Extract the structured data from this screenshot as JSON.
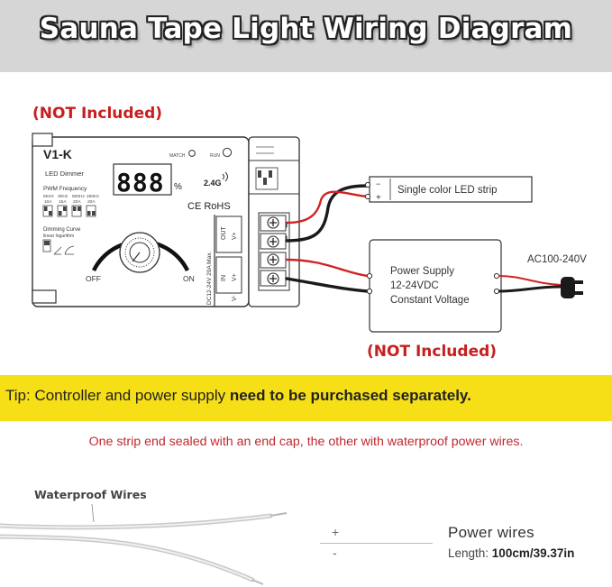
{
  "title": "Sauna Tape Light Wiring Diagram",
  "not_included_label": "(NOT Included)",
  "dimmer": {
    "model": "V1-K",
    "subtitle": "LED Dimmer",
    "display_digits": "888",
    "percent_sign": "%",
    "match_label": "MATCH",
    "run_label": "RUN",
    "wireless_label": "2.4G",
    "cert_label": "CE RoHS",
    "pwm_label": "PWM Frequency",
    "pwm_freqs": [
      "8KHz",
      "30Hz",
      "500Hz",
      "250Hz"
    ],
    "pwm_amps": [
      "10A",
      "15A",
      "20A",
      "20A"
    ],
    "curve_label": "Dimming Curve",
    "curve_types": "linear  logarithm",
    "knob_off": "OFF",
    "knob_on": "ON",
    "rating": "DC12-24V  20A Max.",
    "out_label": "OUT",
    "in_label": "IN",
    "term_vplus": "V+",
    "term_vminus": "V-"
  },
  "led_strip": {
    "label": "Single color LED strip",
    "minus": "−",
    "plus": "+"
  },
  "power_supply": {
    "lines": [
      "Power Supply",
      "12-24VDC",
      "Constant Voltage"
    ],
    "ac_label": "AC100-240V"
  },
  "tip": {
    "prefix": "Tip: Controller and power supply ",
    "emphasis": "need to be purchased separately."
  },
  "note": "One strip end sealed with an end cap, the other with waterproof power wires.",
  "wires": {
    "label": "Waterproof Wires",
    "plus": "+",
    "minus": "-",
    "title": "Power wires",
    "length_prefix": "Length: ",
    "length_value": "100cm/39.37in"
  },
  "colors": {
    "title_band": "#d6d6d6",
    "accent_red": "#c81e1e",
    "tip_band": "#f6df17",
    "wire_red": "#d22222",
    "wire_black": "#1a1a1a"
  }
}
